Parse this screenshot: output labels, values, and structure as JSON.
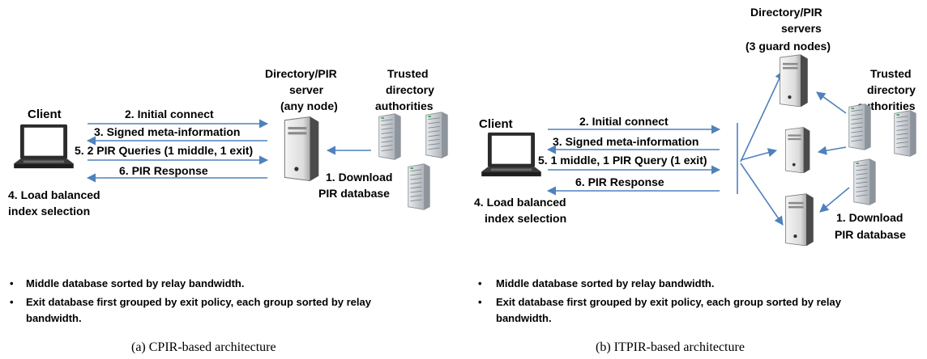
{
  "panel_a": {
    "client_label": "Client",
    "server_label": [
      "Directory/PIR",
      "server",
      "(any node)"
    ],
    "authorities_label": [
      "Trusted",
      "directory",
      "authorities"
    ],
    "msg_initial_connect": "2. Initial connect",
    "msg_signed_meta": "3. Signed meta-information",
    "msg_pir_queries": "5. 2 PIR Queries (1 middle, 1 exit)",
    "msg_pir_response": "6. PIR Response",
    "download_label": [
      "1. Download",
      "PIR database"
    ],
    "load_balance_label": [
      "4. Load balanced",
      "index selection"
    ],
    "bullets": [
      "Middle database sorted by relay bandwidth.",
      "Exit database first grouped by exit policy, each group sorted by relay",
      "bandwidth."
    ],
    "caption": "(a)  CPIR-based architecture"
  },
  "panel_b": {
    "client_label": "Client",
    "servers_label": [
      "Directory/PIR",
      "servers",
      "(3 guard nodes)"
    ],
    "authorities_label": [
      "Trusted",
      "directory",
      "authorities"
    ],
    "msg_initial_connect": "2. Initial connect",
    "msg_signed_meta": "3. Signed meta-information",
    "msg_pir_query": "5. 1 middle, 1 PIR Query (1 exit)",
    "msg_pir_response": "6. PIR Response",
    "download_label": [
      "1. Download",
      "PIR database"
    ],
    "load_balance_label": [
      "4. Load balanced",
      "index selection"
    ],
    "bullets": [
      "Middle database sorted by relay bandwidth.",
      "Exit database first grouped by exit policy, each group sorted by relay",
      "bandwidth."
    ],
    "caption": "(b)  ITPIR-based architecture"
  },
  "bullet_glyph": "•",
  "colors": {
    "arrow": "#4f81bd",
    "server_body": "#5a5a5a",
    "rack": "#b8bec4",
    "screen": "#ffffff"
  }
}
